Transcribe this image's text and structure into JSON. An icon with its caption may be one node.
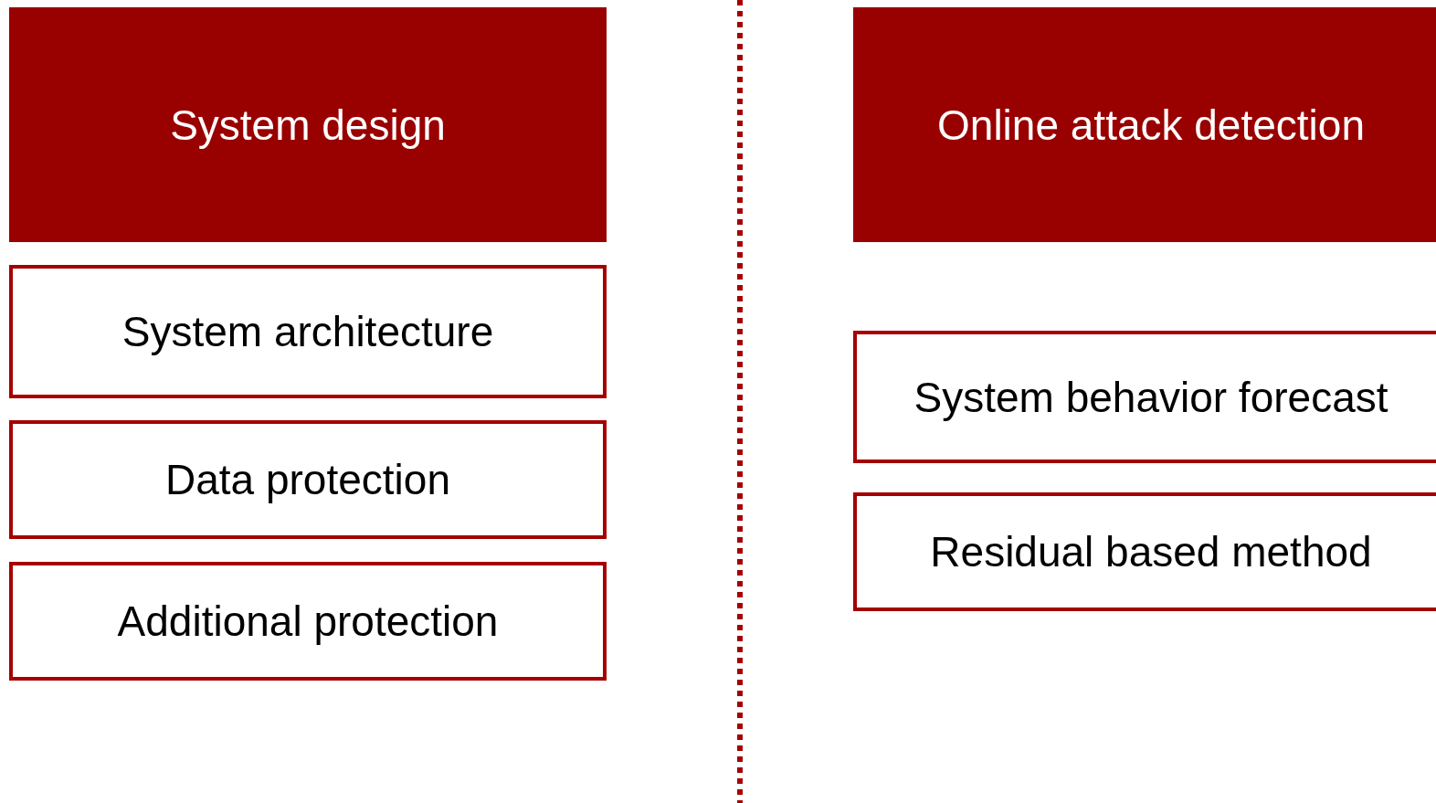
{
  "diagram": {
    "nodes": [
      {
        "text": [
          "System design"
        ]
      },
      {
        "text": [
          "System architecture"
        ]
      },
      {
        "text": [
          "Data protection"
        ]
      },
      {
        "text": [
          "Additional protection"
        ]
      },
      {
        "text": [
          "Online attack detection"
        ]
      },
      {
        "text": [
          "System behavior forecast"
        ]
      },
      {
        "text": [
          "Residual based method"
        ]
      }
    ]
  }
}
